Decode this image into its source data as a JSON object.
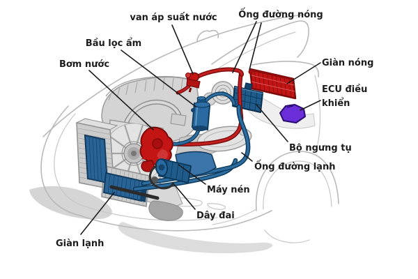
{
  "diagram": {
    "type": "car air-conditioning system cutaway diagram (front 3/4 view of car with engine bay)",
    "labels": {
      "water_pressure_valve": "van áp suất nước",
      "hot_line": "Ống đường nóng",
      "drier_filter": "Bầu lọc ẩm",
      "water_pump": "Bơm nước",
      "hot_coil": "Giàn nóng",
      "ecu_full": "ECU điều khiển",
      "ecu_lines": {
        "0": "ECU điều",
        "1": "khiển"
      },
      "condensing_unit": "Bộ ngưng tụ",
      "cold_line": "Ống đường lạnh",
      "compressor": "Máy nén",
      "belt": "Dây đai",
      "cold_coil": "Giàn lạnh"
    },
    "colors": {
      "hot_label": "#cc0000",
      "ink": "#1c1c1c",
      "hot": "#c41515",
      "hot_dark": "#7a0808",
      "cold": "#1f5c8c",
      "cold_mid": "#2a6aa0",
      "cold_dark": "#0d3a5c",
      "evap_core": "#2a6496",
      "ecu": "#6a2fd8",
      "ecu_dark": "#2a0a70",
      "body_gray": "#d4d4d4",
      "outline_gray": "#b9b9b9"
    }
  }
}
